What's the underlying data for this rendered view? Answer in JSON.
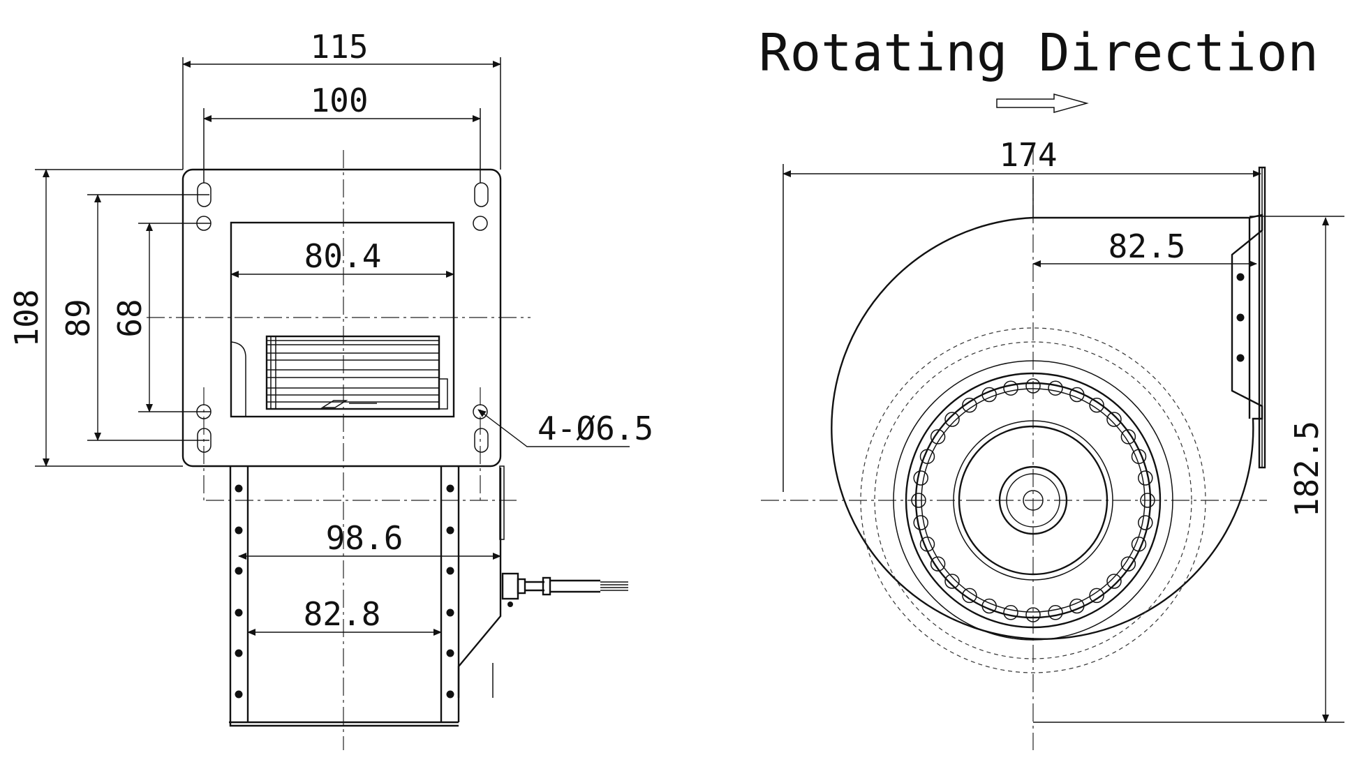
{
  "title": "Rotating Direction",
  "dimensions": {
    "width_115": "115",
    "width_100": "100",
    "inlet_80_4": "80.4",
    "height_108": "108",
    "height_89": "89",
    "height_68": "68",
    "holes": "4-Ø6.5",
    "depth_98_6": "98.6",
    "depth_82_8": "82.8",
    "outer_174": "174",
    "center_82_5": "82.5",
    "height_182_5": "182.5"
  }
}
